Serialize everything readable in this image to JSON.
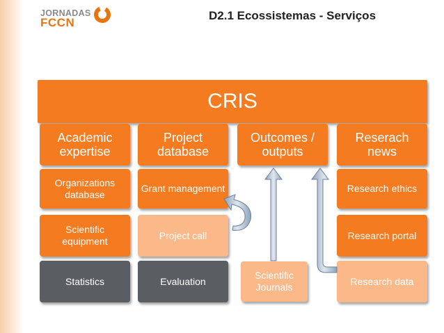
{
  "header": {
    "logo_line1": "JORNADAS",
    "logo_line2": "FCCN",
    "title": "D2.1 Ecossistemas - Serviços"
  },
  "diagram": {
    "cris": "CRIS",
    "col1": [
      "Academic expertise",
      "Organizations database",
      "Scientific equipment",
      "Statistics"
    ],
    "col2": [
      "Project database",
      "Grant management",
      "Project call",
      "Evaluation"
    ],
    "col3": [
      "Outcomes / outputs",
      "Scientific Journals"
    ],
    "col4": [
      "Reserach news",
      "Research ethics",
      "Research portal",
      "Research data"
    ]
  },
  "colors": {
    "orange": "#f47b1f",
    "light_orange": "#fbb98a",
    "gray": "#5a5d62"
  }
}
